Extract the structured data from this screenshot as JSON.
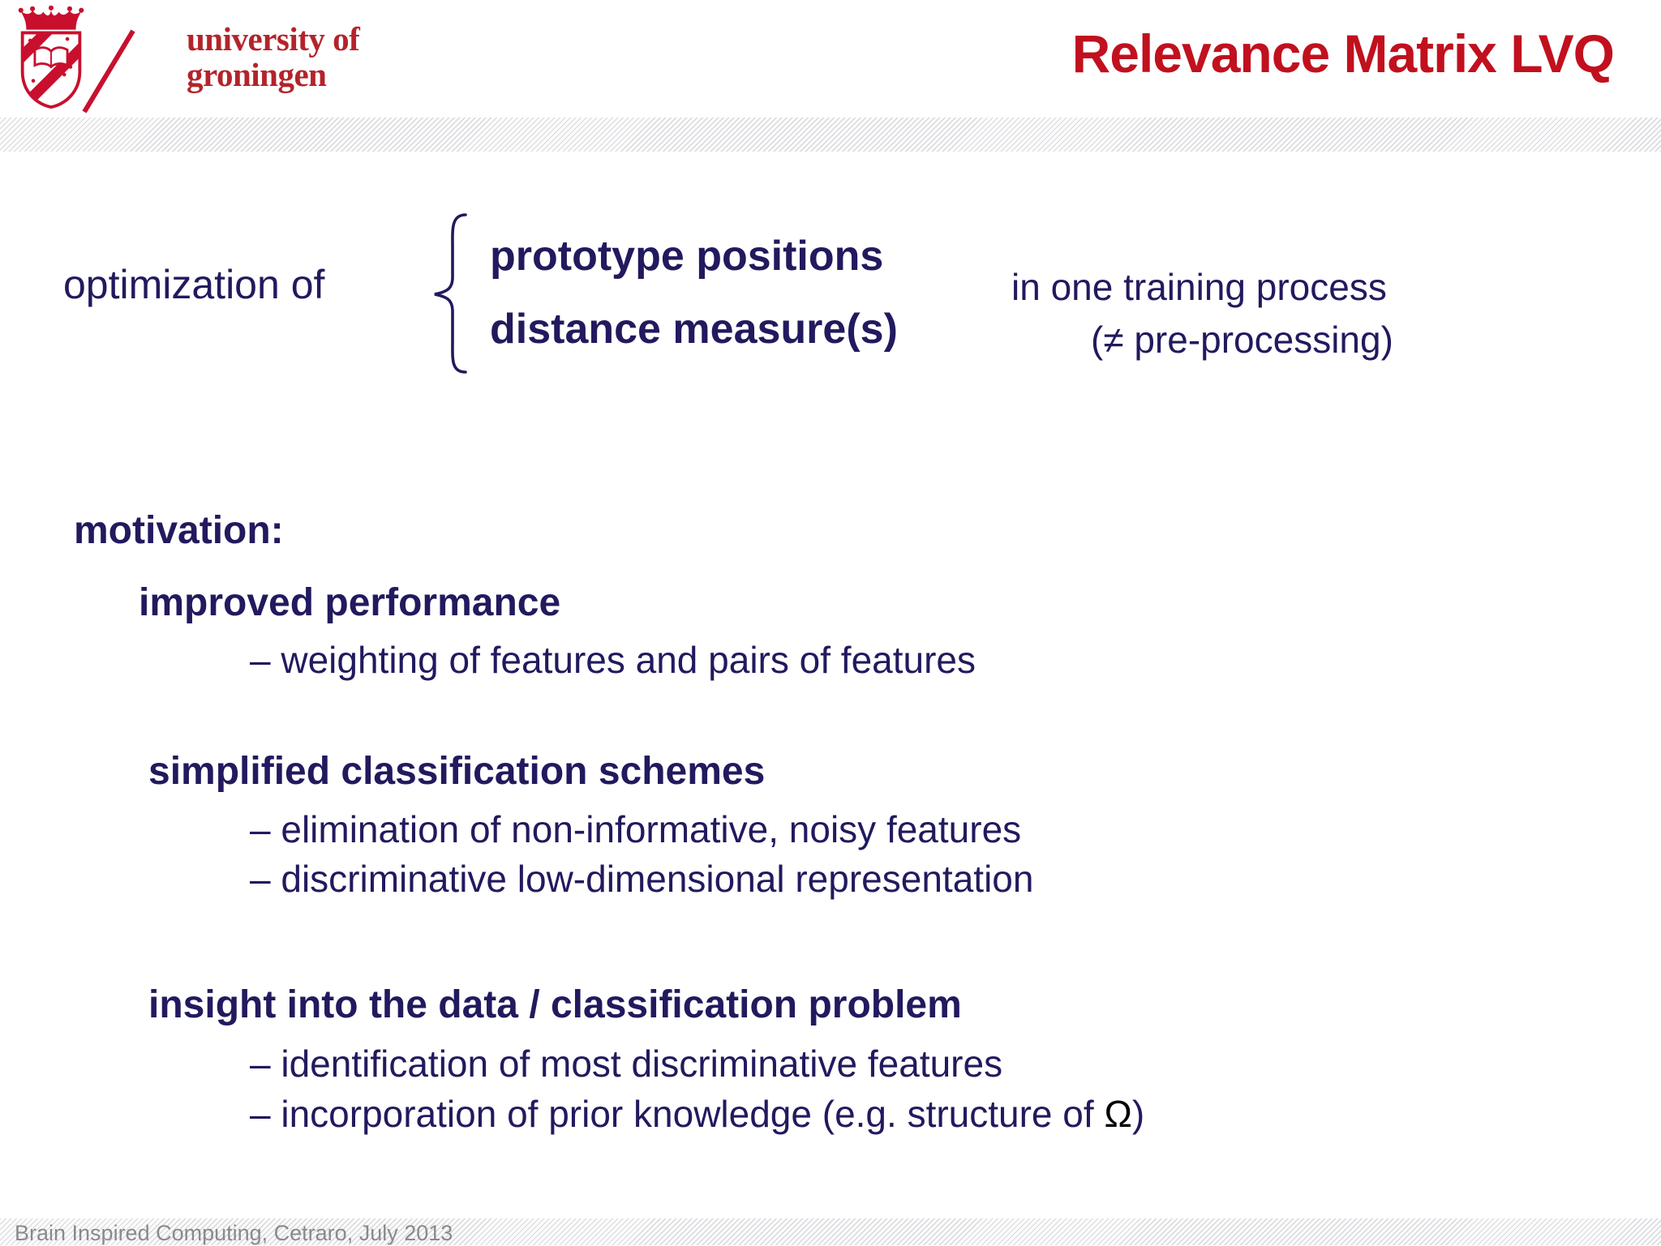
{
  "colors": {
    "accent_red": "#c1101e",
    "navy": "#211a5e",
    "logo_red": "#b3242b",
    "footer_gray": "#8a8a8a"
  },
  "header": {
    "logo_line1": "university of",
    "logo_line2": "groningen",
    "title": "Relevance Matrix LVQ"
  },
  "optimization": {
    "label": "optimization of",
    "items": [
      "prototype positions",
      "distance measure(s)"
    ],
    "note_line1": "in one training process",
    "note_line2": "(≠ pre-processing)"
  },
  "motivation": {
    "heading": "motivation:",
    "sections": [
      {
        "title": "improved performance",
        "bullets": [
          "– weighting of features and pairs of features"
        ]
      },
      {
        "title": "simplified classification schemes",
        "bullets": [
          "– elimination of non-informative, noisy features",
          "– discriminative low-dimensional representation"
        ]
      },
      {
        "title": "insight into the data / classification problem",
        "bullets": [
          "– identification of most discriminative features"
        ],
        "last_bullet_prefix": "– incorporation of prior knowledge (e.g. structure of ",
        "last_bullet_omega": "Ω",
        "last_bullet_suffix": ")"
      }
    ]
  },
  "footer": {
    "text": "Brain Inspired Computing, Cetraro, July 2013"
  }
}
